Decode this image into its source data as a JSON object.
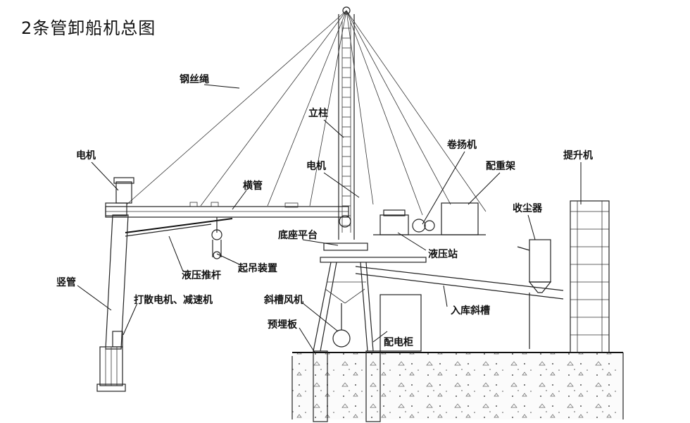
{
  "title": "2条管卸船机总图",
  "labels": {
    "wire_rope": "钢丝绳",
    "column": "立柱",
    "hoist": "卷扬机",
    "counterweight": "配重架",
    "elevator": "提升机",
    "motor_left": "电机",
    "cross_pipe": "横管",
    "motor_center": "电机",
    "dust_collector": "收尘器",
    "base_platform": "底座平台",
    "hydraulic_station": "液压站",
    "hydraulic_rod": "液压推杆",
    "lifting_device": "起吊装置",
    "vertical_pipe": "竖管",
    "scatter_motor": "打散电机、减速机",
    "chute_fan": "斜槽风机",
    "storage_chute": "入库斜槽",
    "embedded_plate": "预埋板",
    "power_cabinet": "配电柜"
  }
}
